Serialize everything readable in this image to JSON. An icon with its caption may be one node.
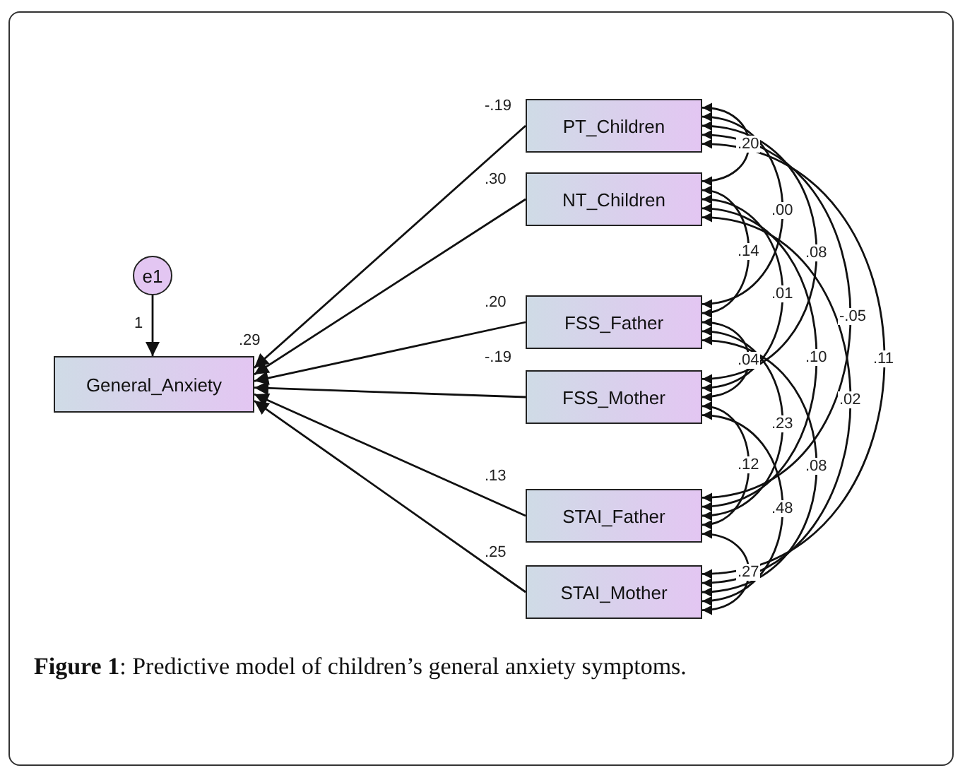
{
  "diagram": {
    "caption": "**Figure 1**: Predictive model of children’s general anxiety symptoms.",
    "nodes": [
      {
        "text": [
          "e1"
        ]
      },
      {
        "text": [
          "General_Anxiety"
        ],
        "beside": [
          ".29"
        ]
      },
      {
        "text": [
          "PT_Children"
        ]
      },
      {
        "text": [
          "NT_Children"
        ]
      },
      {
        "text": [
          "FSS_Father"
        ]
      },
      {
        "text": [
          "FSS_Mother"
        ]
      },
      {
        "text": [
          "STAI_Father"
        ]
      },
      {
        "text": [
          "STAI_Mother"
        ]
      }
    ],
    "edges": [
      {
        "from": 0,
        "to": 1,
        "arrow": "to",
        "label": "1"
      },
      {
        "from": 2,
        "to": 1,
        "arrow": "to",
        "label": "-.19"
      },
      {
        "from": 3,
        "to": 1,
        "arrow": "to",
        "label": ".30"
      },
      {
        "from": 4,
        "to": 1,
        "arrow": "to",
        "label": ".20"
      },
      {
        "from": 5,
        "to": 1,
        "arrow": "to",
        "label": "-.19"
      },
      {
        "from": 6,
        "to": 1,
        "arrow": "to",
        "label": ".13"
      },
      {
        "from": 7,
        "to": 1,
        "arrow": "to",
        "label": ".25"
      },
      {
        "from": 2,
        "to": 3,
        "arrow": "both",
        "label": ".20"
      },
      {
        "from": 2,
        "to": 4,
        "arrow": "both",
        "label": ".00"
      },
      {
        "from": 2,
        "to": 5,
        "arrow": "both",
        "label": ".08"
      },
      {
        "from": 2,
        "to": 6,
        "arrow": "both",
        "label": "-.05"
      },
      {
        "from": 2,
        "to": 7,
        "arrow": "both",
        "label": ".11"
      },
      {
        "from": 3,
        "to": 4,
        "arrow": "both",
        "label": ".14"
      },
      {
        "from": 3,
        "to": 5,
        "arrow": "both",
        "label": ".01"
      },
      {
        "from": 3,
        "to": 6,
        "arrow": "both",
        "label": ".10"
      },
      {
        "from": 3,
        "to": 7,
        "arrow": "both",
        "label": ".02"
      },
      {
        "from": 4,
        "to": 5,
        "arrow": "both",
        "label": ".04"
      },
      {
        "from": 4,
        "to": 6,
        "arrow": "both",
        "label": ".23"
      },
      {
        "from": 4,
        "to": 7,
        "arrow": "both",
        "label": ".08"
      },
      {
        "from": 5,
        "to": 6,
        "arrow": "both",
        "label": ".12"
      },
      {
        "from": 5,
        "to": 7,
        "arrow": "both",
        "label": ".48"
      },
      {
        "from": 6,
        "to": 7,
        "arrow": "both",
        "label": ".27"
      }
    ]
  }
}
